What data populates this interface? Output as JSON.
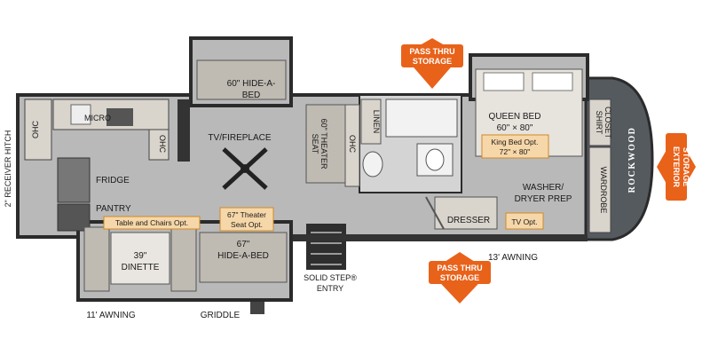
{
  "colors": {
    "floor": "#b9b9b9",
    "wall": "#2b2b2b",
    "cabinet": "#d9d4cc",
    "sofa": "#bfbab2",
    "option_fill": "#f6d7a9",
    "option_stroke": "#d08a28",
    "badge": "#e8621a",
    "cap": "#555a5f"
  },
  "labels": {
    "receiver_hitch": "2\" RECEIVER HITCH",
    "ohc_left": "OHC",
    "micro": "MICRO",
    "ohc_center": "OHC",
    "fridge": "FRIDGE",
    "pantry": "PANTRY",
    "tv_fireplace": "TV/FIREPLACE",
    "hide_a_bed_top_line1": "60\" HIDE-A-",
    "hide_a_bed_top_line2": "BED",
    "theater_seat_line1": "60\" THEATER",
    "theater_seat_line2": "SEAT",
    "ohc_bath": "OHC",
    "linen": "LINEN",
    "queen_bed_line1": "QUEEN BED",
    "queen_bed_line2": "60\" × 80\"",
    "shirt_closet_line1": "SHIRT",
    "shirt_closet_line2": "CLOSET",
    "wardrobe": "WARDROBE",
    "washer_line1": "WASHER/",
    "washer_line2": "DRYER PREP",
    "dresser": "DRESSER",
    "dinette_line1": "39\"",
    "dinette_line2": "DINETTE",
    "hide_a_bed_bottom_line1": "67\"",
    "hide_a_bed_bottom_line2": "HIDE-A-BED",
    "solid_step_line1": "SOLID STEP®",
    "solid_step_line2": "ENTRY",
    "awning_right": "13' AWNING",
    "awning_left": "11' AWNING",
    "griddle": "GRIDDLE",
    "brand": "ROCKWOOD"
  },
  "options": {
    "table_chairs": "Table and Chairs Opt.",
    "theater_opt_line1": "67\" Theater",
    "theater_opt_line2": "Seat Opt.",
    "king_bed_line1": "King Bed Opt.",
    "king_bed_line2": "72\" × 80\"",
    "tv_opt": "TV Opt."
  },
  "badges": {
    "pass_thru_top_line1": "PASS THRU",
    "pass_thru_top_line2": "STORAGE",
    "pass_thru_bottom_line1": "PASS THRU",
    "pass_thru_bottom_line2": "STORAGE",
    "exterior_line1": "EXTERIOR",
    "exterior_line2": "STORAGE"
  }
}
